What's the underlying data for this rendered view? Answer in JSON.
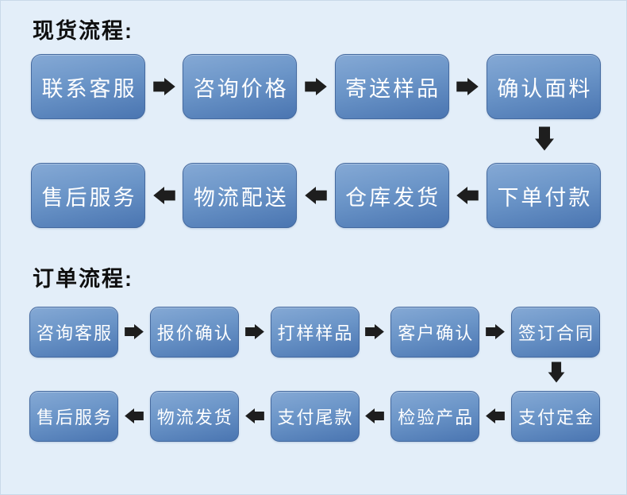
{
  "page": {
    "background": "#e3eef9"
  },
  "colors": {
    "box_gradient_top": "#85a9d5",
    "box_gradient_bottom": "#4a75b1",
    "box_border": "#44699f",
    "box_text": "#ffffff",
    "arrow": "#1e1e1e",
    "title_text": "#0f0f0f"
  },
  "flows": [
    {
      "title": "现货流程:",
      "rows": [
        {
          "direction": "right",
          "steps": [
            "联系客服",
            "咨询价格",
            "寄送样品",
            "确认面料"
          ]
        },
        {
          "direction": "left",
          "steps": [
            "售后服务",
            "物流配送",
            "仓库发货",
            "下单付款"
          ]
        }
      ]
    },
    {
      "title": "订单流程:",
      "rows": [
        {
          "direction": "right",
          "steps": [
            "咨询客服",
            "报价确认",
            "打样样品",
            "客户确认",
            "签订合同"
          ]
        },
        {
          "direction": "left",
          "steps": [
            "售后服务",
            "物流发货",
            "支付尾款",
            "检验产品",
            "支付定金"
          ]
        }
      ]
    }
  ]
}
